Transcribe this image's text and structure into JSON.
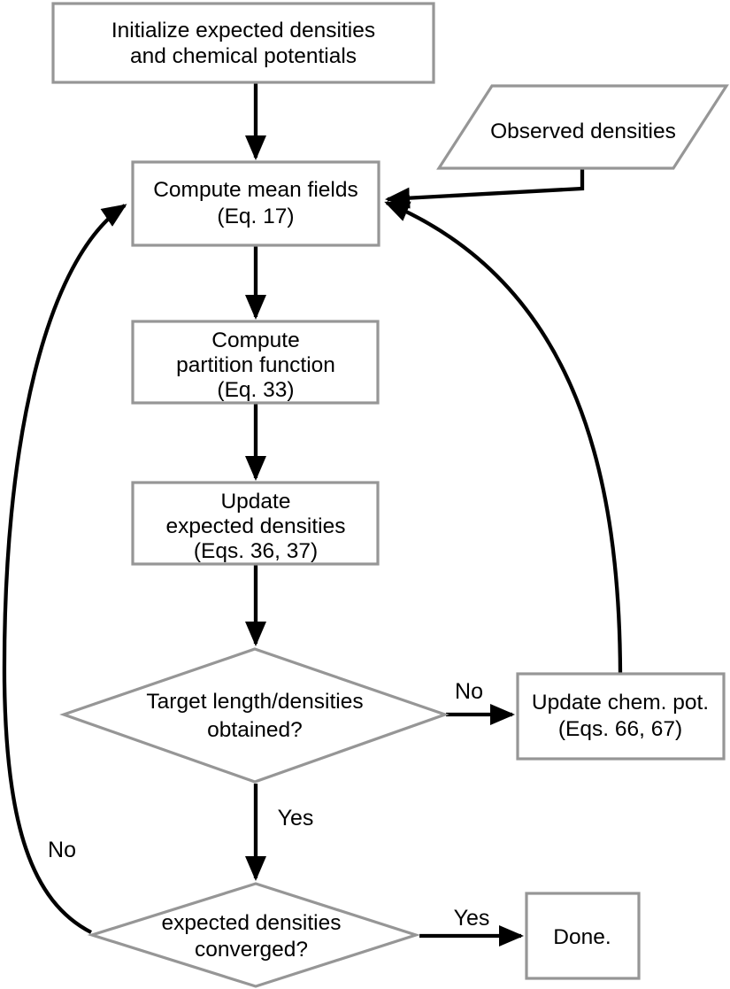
{
  "diagram": {
    "type": "flowchart",
    "nodes": {
      "init": {
        "shape": "rectangle",
        "lines": [
          "Initialize expected densities",
          "and chemical potentials"
        ]
      },
      "observed": {
        "shape": "parallelogram",
        "lines": [
          "Observed densities"
        ]
      },
      "mean_fields": {
        "shape": "rectangle",
        "lines": [
          "Compute mean fields",
          "(Eq. 17)"
        ]
      },
      "partition": {
        "shape": "rectangle",
        "lines": [
          "Compute",
          "partition function",
          "(Eq. 33)"
        ]
      },
      "update_densities": {
        "shape": "rectangle",
        "lines": [
          "Update",
          "expected densities",
          "(Eqs. 36, 37)"
        ]
      },
      "target_check": {
        "shape": "diamond",
        "lines": [
          "Target length/densities",
          "obtained?"
        ]
      },
      "update_chem": {
        "shape": "rectangle",
        "lines": [
          "Update chem. pot.",
          "(Eqs. 66, 67)"
        ]
      },
      "converged_check": {
        "shape": "diamond",
        "lines": [
          "expected densities",
          "converged?"
        ]
      },
      "done": {
        "shape": "rectangle",
        "lines": [
          "Done."
        ]
      }
    },
    "edge_labels": {
      "target_no": "No",
      "target_yes": "Yes",
      "converged_no": "No",
      "converged_yes": "Yes"
    },
    "colors": {
      "shape_border": "#969696",
      "arrow": "#000000",
      "text": "#000000",
      "background": "#ffffff"
    }
  }
}
